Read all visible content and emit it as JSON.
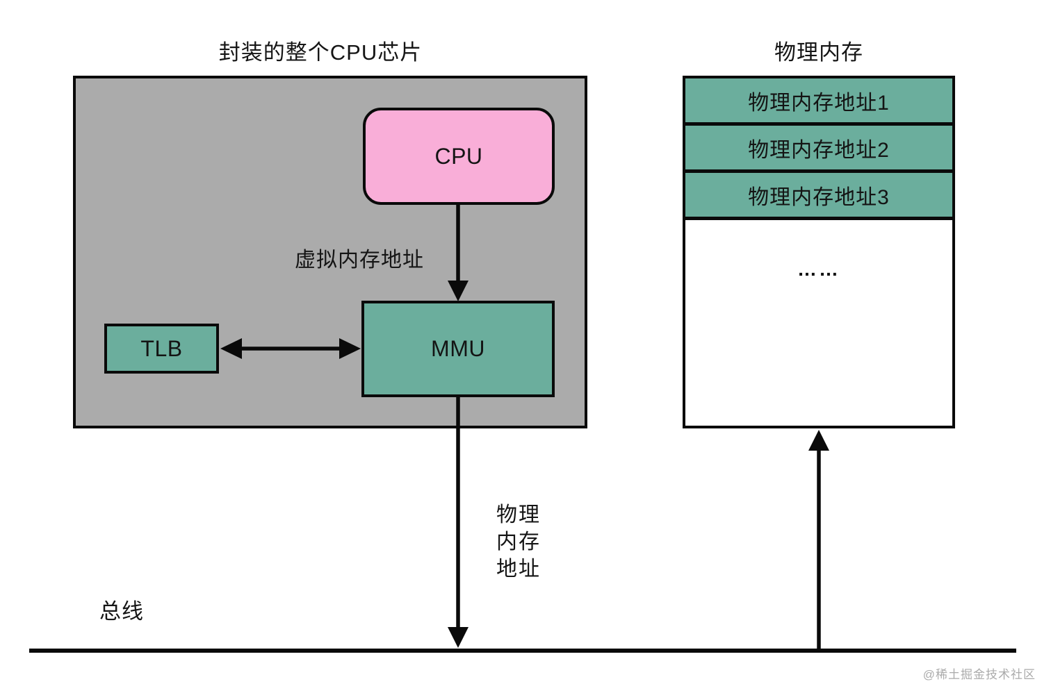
{
  "page": {
    "watermark": "@稀土掘金技术社区"
  },
  "colors": {
    "chip_background": "#ababab",
    "cpu_fill": "#f9aed8",
    "unit_fill": "#6bae9d",
    "line": "#0a0a0a",
    "watermark": "#ababab",
    "page_background": "#ffffff"
  },
  "chip": {
    "title": "封装的整个CPU芯片",
    "cpu_label": "CPU",
    "mmu_label": "MMU",
    "tlb_label": "TLB",
    "virtual_address_label": "虚拟内存地址"
  },
  "memory": {
    "title": "物理内存",
    "rows": [
      "物理内存地址1",
      "物理内存地址2",
      "物理内存地址3"
    ],
    "ellipsis": "……"
  },
  "bus": {
    "label": "总线",
    "physical_address_label_lines": [
      "物理",
      "内存",
      "地址"
    ]
  }
}
